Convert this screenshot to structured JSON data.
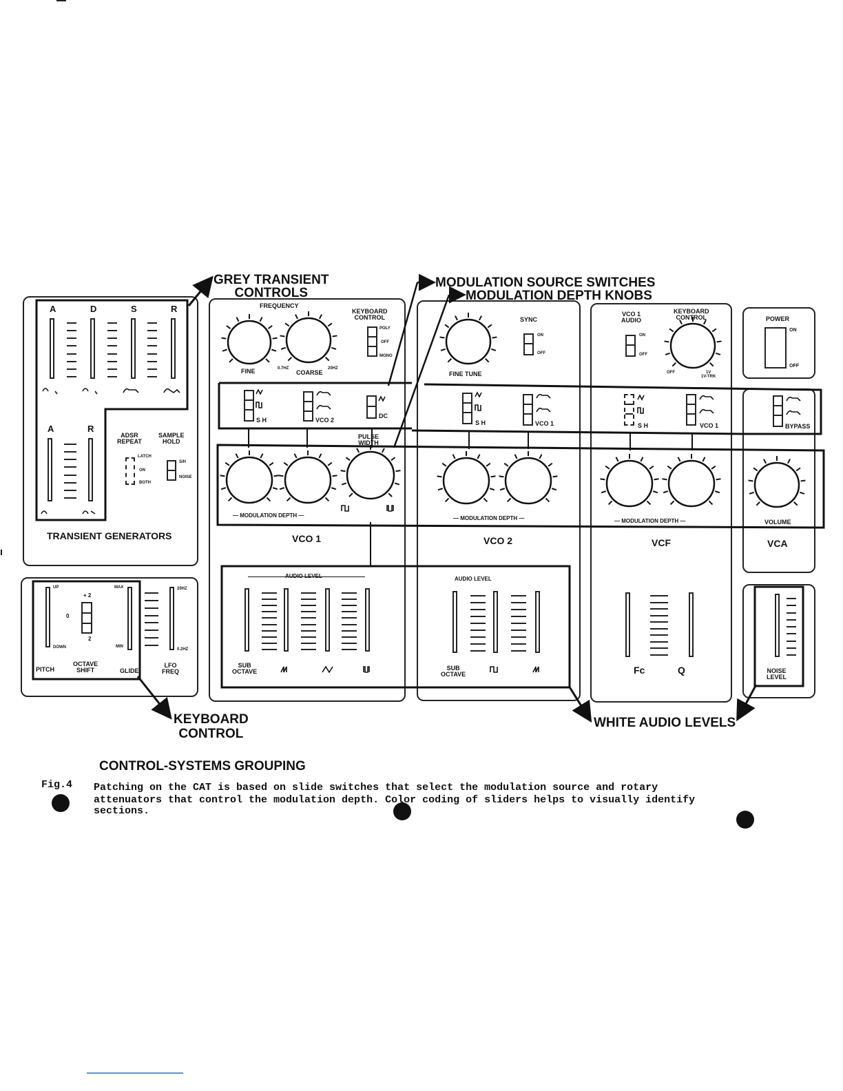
{
  "callouts": {
    "grey_transient": "GREY TRANSIENT\nCONTROLS",
    "mod_source": "MODULATION SOURCE SWITCHES",
    "mod_depth": "MODULATION DEPTH KNOBS",
    "keyboard_control": "KEYBOARD\nCONTROL",
    "white_audio": "WHITE AUDIO LEVELS"
  },
  "transient": {
    "adsr_labels": [
      "A",
      "D",
      "S",
      "R"
    ],
    "ar_labels": [
      "A",
      "R"
    ],
    "adsr_repeat": "ADSR\nREPEAT",
    "sample_hold": "SAMPLE\nHOLD",
    "latch": "LATCH",
    "on": "ON",
    "both": "BOTH",
    "sh_up": "S/H",
    "sh_noise": "NOISE",
    "title": "TRANSIENT GENERATORS"
  },
  "keyboard": {
    "up": "UP",
    "down": "DOWN",
    "max": "MAX",
    "min": "MIN",
    "plus2": "+ 2",
    "zero": "0",
    "minus2": "2",
    "hz20": "20Hz",
    "hz02": "0.2Hz",
    "pitch": "PITCH",
    "octave_shift": "OCTAVE\nSHIFT",
    "glide": "GLIDE",
    "lfo_freq": "LFO\nFREQ"
  },
  "vco1": {
    "frequency": "FREQUENCY",
    "fine": "FINE",
    "coarse": "COARSE",
    "coarse_low": "0.7Hz",
    "coarse_high": "20Hz",
    "keyboard_control": "KEYBOARD\nCONTROL",
    "poly": "POLY",
    "off": "OFF",
    "mono": "MONO",
    "sh": "S H",
    "vco2": "VCO 2",
    "dc": "DC",
    "pulse_width": "PULSE\nWIDTH",
    "mod_depth": "— MODULATION DEPTH —",
    "title": "VCO 1",
    "audio_level": "AUDIO LEVEL",
    "sub_octave": "SUB\nOCTAVE"
  },
  "vco2": {
    "fine_tune": "FINE TUNE",
    "sync": "SYNC",
    "on": "ON",
    "off": "OFF",
    "sh": "S H",
    "vco1": "VCO 1",
    "mod_depth": "— MODULATION DEPTH —",
    "title": "VCO 2",
    "audio_level": "AUDIO LEVEL",
    "sub_octave": "SUB\nOCTAVE"
  },
  "vcf": {
    "vco1_audio": "VCO 1\nAUDIO",
    "on": "ON",
    "off": "OFF",
    "keyboard_control": "KEYBOARD\nCONTROL",
    "kbd_off": "OFF",
    "kbd_full": "1V\n1V-TRK",
    "sh": "S H",
    "vco1": "VCO 1",
    "mod_depth": "— MODULATION DEPTH —",
    "title": "VCF",
    "fc": "Fc",
    "q": "Q"
  },
  "vca": {
    "power": "POWER",
    "on": "ON",
    "off": "OFF",
    "bypass": "BYPASS",
    "volume": "VOLUME",
    "title": "VCA",
    "noise_level": "NOISE\nLEVEL"
  },
  "caption": {
    "heading": "CONTROL-SYSTEMS GROUPING",
    "fig": "Fig.4",
    "line1": "Patching on the CAT is based on slide switches that select the modulation source and rotary",
    "line2": "attenuators that control the modulation depth.  Color coding of sliders helps to visually identify",
    "line3": "sections."
  },
  "colors": {
    "ink": "#111111",
    "paper": "#ffffff"
  }
}
